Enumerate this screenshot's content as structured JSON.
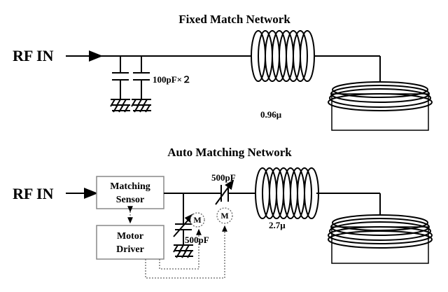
{
  "top": {
    "title": "Fixed Match Network",
    "input_label": "RF IN",
    "capacitor_label": "100pF×２",
    "inductor_label": "0.96μ"
  },
  "bottom": {
    "title": "Auto Matching Network",
    "input_label": "RF IN",
    "sensor_line1": "Matching",
    "sensor_line2": "Sensor",
    "driver_line1": "Motor",
    "driver_line2": "Driver",
    "series_cap_label": "500pF",
    "shunt_cap_label": "500pF",
    "motor_label_1": "M",
    "motor_label_2": "M",
    "inductor_label": "2.7μ"
  },
  "colors": {
    "line": "#000000",
    "box_border": "#888888",
    "dotted": "#666666"
  }
}
